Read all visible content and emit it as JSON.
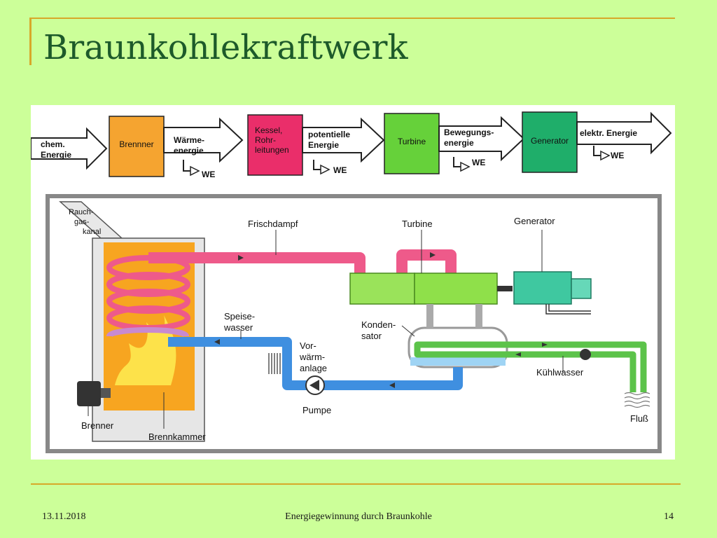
{
  "slide": {
    "title": "Braunkohlekraftwerk",
    "footer_date": "13.11.2018",
    "footer_title": "Energiegewinnung durch Braunkohle",
    "footer_page": "14"
  },
  "flow": {
    "arrows": [
      {
        "line1": "chem.",
        "line2": "Energie"
      },
      {
        "line1": "Wärme-",
        "line2": "energie"
      },
      {
        "line1": "potentielle",
        "line2": "Energie"
      },
      {
        "line1": "Bewegungs-",
        "line2": "energie"
      },
      {
        "line1": "elektr. Energie",
        "line2": ""
      }
    ],
    "boxes": [
      {
        "line1": "Brennner",
        "line2": "",
        "line3": "",
        "color": "#f5a430"
      },
      {
        "line1": "Kessel,",
        "line2": "Rohr-",
        "line3": "leitungen",
        "color": "#ea2e6a"
      },
      {
        "line1": "Turbine",
        "line2": "",
        "line3": "",
        "color": "#66d13a"
      },
      {
        "line1": "Generator",
        "line2": "",
        "line3": "",
        "color": "#1fae6a"
      }
    ],
    "loss_label": "WE"
  },
  "plant": {
    "labels": {
      "rauchgas1": "Rauch-",
      "rauchgas2": "gas-",
      "rauchgas3": "kanal",
      "frischdampf": "Frischdampf",
      "turbine": "Turbine",
      "generator": "Generator",
      "speise1": "Speise-",
      "speise2": "wasser",
      "konden1": "Konden-",
      "konden2": "sator",
      "vorw1": "Vor-",
      "vorw2": "wärm-",
      "vorw3": "anlage",
      "kuehlwasser": "Kühlwasser",
      "pumpe": "Pumpe",
      "brenner": "Brenner",
      "brennkammer": "Brennkammer",
      "fluss": "Fluß"
    },
    "colors": {
      "steam": "#ee5a8a",
      "feedwater": "#3f8fe0",
      "cooling": "#5cc34a",
      "chamber": "#f7a520",
      "turbine": "#8fe04a",
      "generator": "#3fc8a0"
    }
  }
}
